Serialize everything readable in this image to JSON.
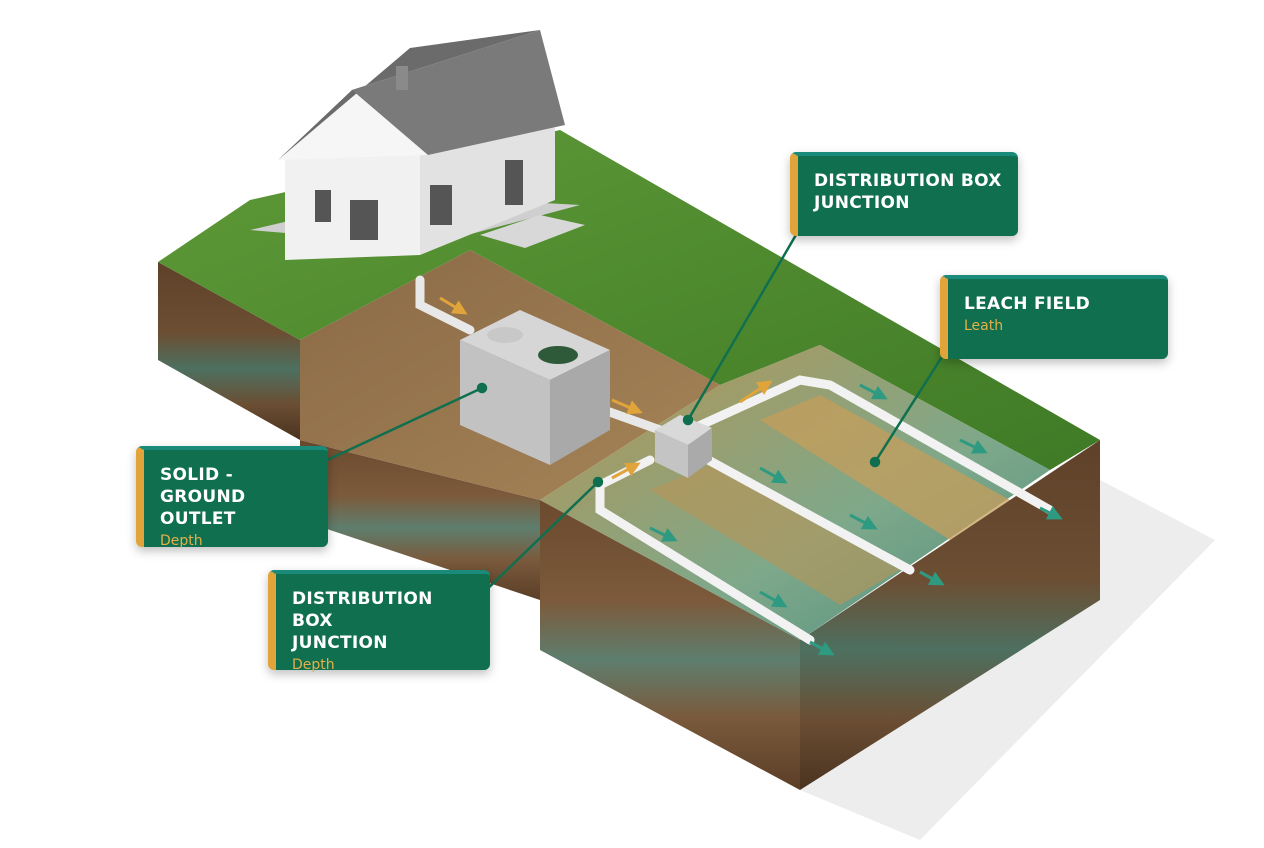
{
  "callouts": {
    "distribution_top": {
      "title": "DISTRIBUTION BOX\nJUNCTION",
      "subtitle": ""
    },
    "leach_field": {
      "title": "LEACH FIELD",
      "subtitle": "Leath"
    },
    "solid_ground": {
      "title": "SOLID - GROUND\nOUTLET",
      "subtitle": "Depth"
    },
    "distribution_bottom": {
      "title": "DISTRIBUTION BOX\nJUNCTION",
      "subtitle": "Depth"
    }
  },
  "colors": {
    "callout_fill": "#0f6f4e",
    "callout_accent": "#e0a43a",
    "callout_top_band": "#1a8a7a",
    "leader_line": "#0f6f4e",
    "flow_arrow_inlet": "#e0a43a",
    "flow_arrow_field": "#2f9a82",
    "grass": "#4f8a2e",
    "soil": "#7a5536",
    "groundwater_layer": "#4f8a7c"
  }
}
